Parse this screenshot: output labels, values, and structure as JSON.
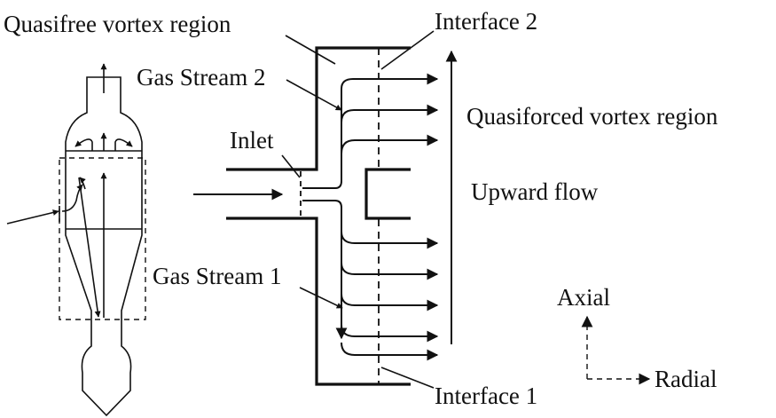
{
  "labels": {
    "quasifree_vortex_region": "Quasifree vortex region",
    "interface_2": "Interface 2",
    "gas_stream_2": "Gas Stream 2",
    "quasiforced_vortex_region": "Quasiforced vortex region",
    "inlet": "Inlet",
    "upward_flow": "Upward flow",
    "gas_stream_1": "Gas Stream 1",
    "axial": "Axial",
    "radial": "Radial",
    "interface_1": "Interface 1"
  },
  "colors": {
    "line": "#111111",
    "background": "#ffffff"
  }
}
